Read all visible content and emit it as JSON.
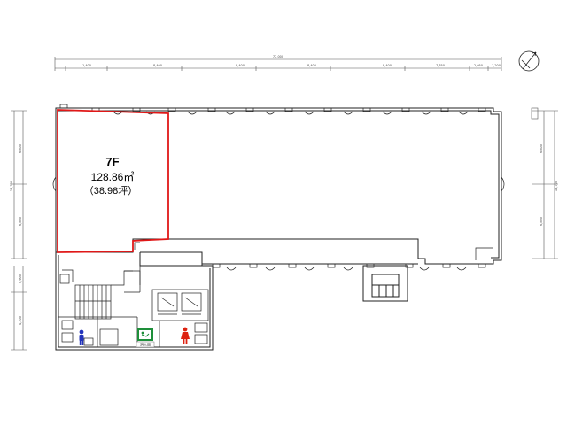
{
  "unit": {
    "floor": "7F",
    "area": "128.86㎡",
    "tsubo": "（38.98坪）"
  },
  "dimensions": {
    "top_total": "72,000",
    "top_spans": [
      "1,400",
      "8,400",
      "8,400",
      "8,400",
      "8,400",
      "7,350",
      "2,050",
      "1,200"
    ],
    "left_total": "18,700",
    "left_spans": [
      "6,800",
      "6,800"
    ],
    "right_total": "18,700",
    "right_spans": [
      "6,800",
      "6,800"
    ],
    "bottom_left_spans": [
      "4,900",
      "4,200"
    ]
  },
  "signs": {
    "extinguisher": "消火器"
  },
  "colors": {
    "highlight": "#e01818",
    "wall": "#222222",
    "male": "#2233bb",
    "female": "#dd2211",
    "exit_sign": "#1e8f3a"
  },
  "icons": {
    "compass": "north-arrow-icon",
    "male": "male-restroom-icon",
    "female": "female-restroom-icon",
    "exit": "emergency-exit-icon"
  }
}
